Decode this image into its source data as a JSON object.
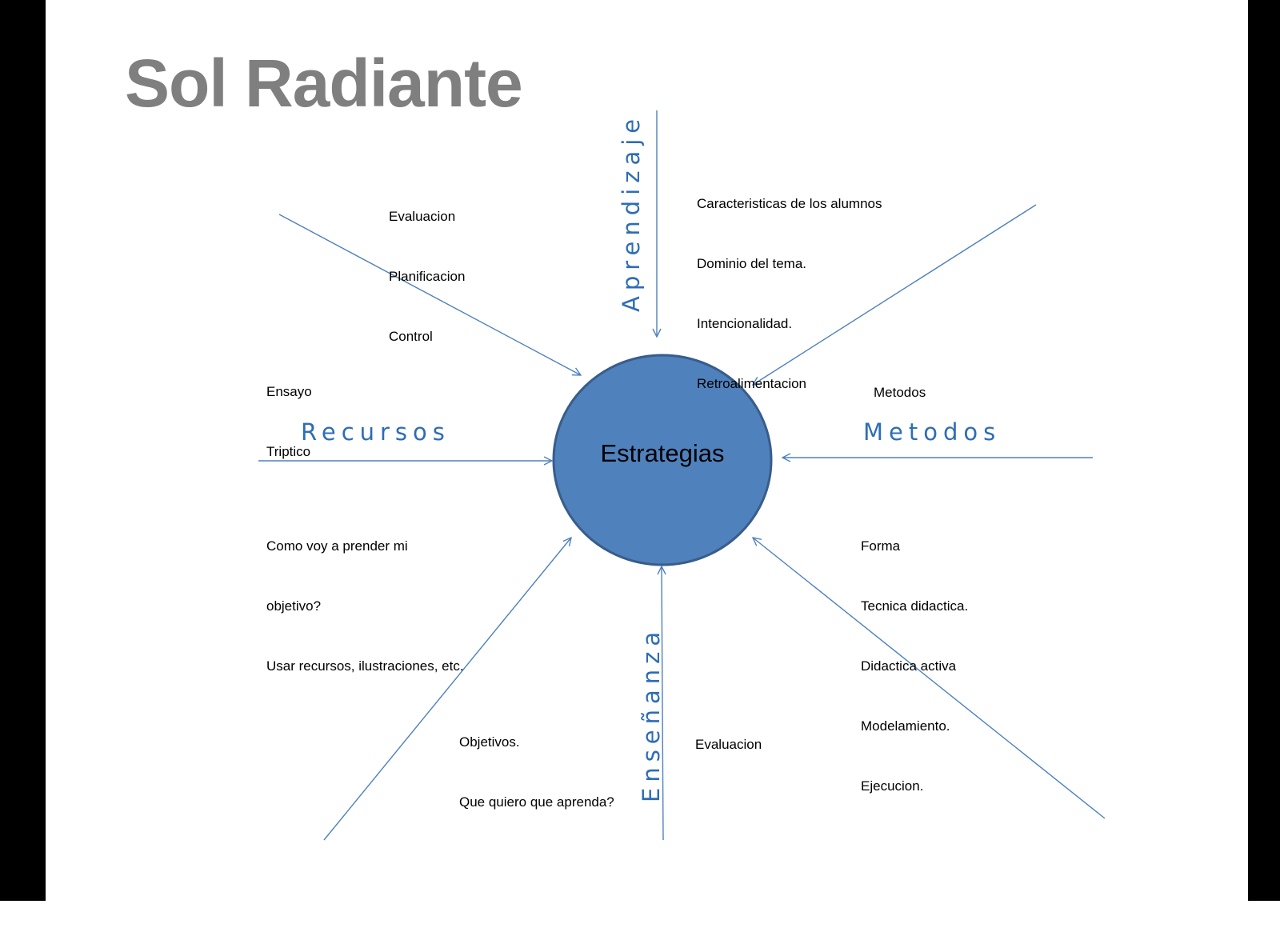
{
  "title": "Sol Radiante",
  "center": {
    "label": "Estrategias",
    "fill": "#4f81bd",
    "stroke": "#385d8a"
  },
  "colors": {
    "arrow": "#4f81bd",
    "axis_label": "#2e6db5",
    "title": "#7f7f7f"
  },
  "axes": {
    "top": "Aprendizaje",
    "bottom": "Enseñanza",
    "left": "Recursos",
    "right": "Metodos"
  },
  "notes": {
    "upper_left": [
      "Evaluacion",
      "Planificacion",
      "Control"
    ],
    "top_right": [
      "Caracteristicas de los alumnos",
      "Dominio del tema.",
      "Intencionalidad.",
      "Retroalimentacion"
    ],
    "left_upper": [
      "Ensayo",
      "Triptico"
    ],
    "right_upper": [
      "Metodos"
    ],
    "left_lower": [
      "Como voy a prender mi",
      "objetivo?",
      "Usar recursos, ilustraciones, etc."
    ],
    "right_lower": [
      "Forma",
      "Tecnica didactica.",
      "Didactica activa",
      "Modelamiento.",
      "Ejecucion."
    ],
    "bottom_left": [
      "Objetivos.",
      "Que quiero que aprenda?"
    ],
    "bottom_right": [
      "Evaluacion"
    ]
  }
}
